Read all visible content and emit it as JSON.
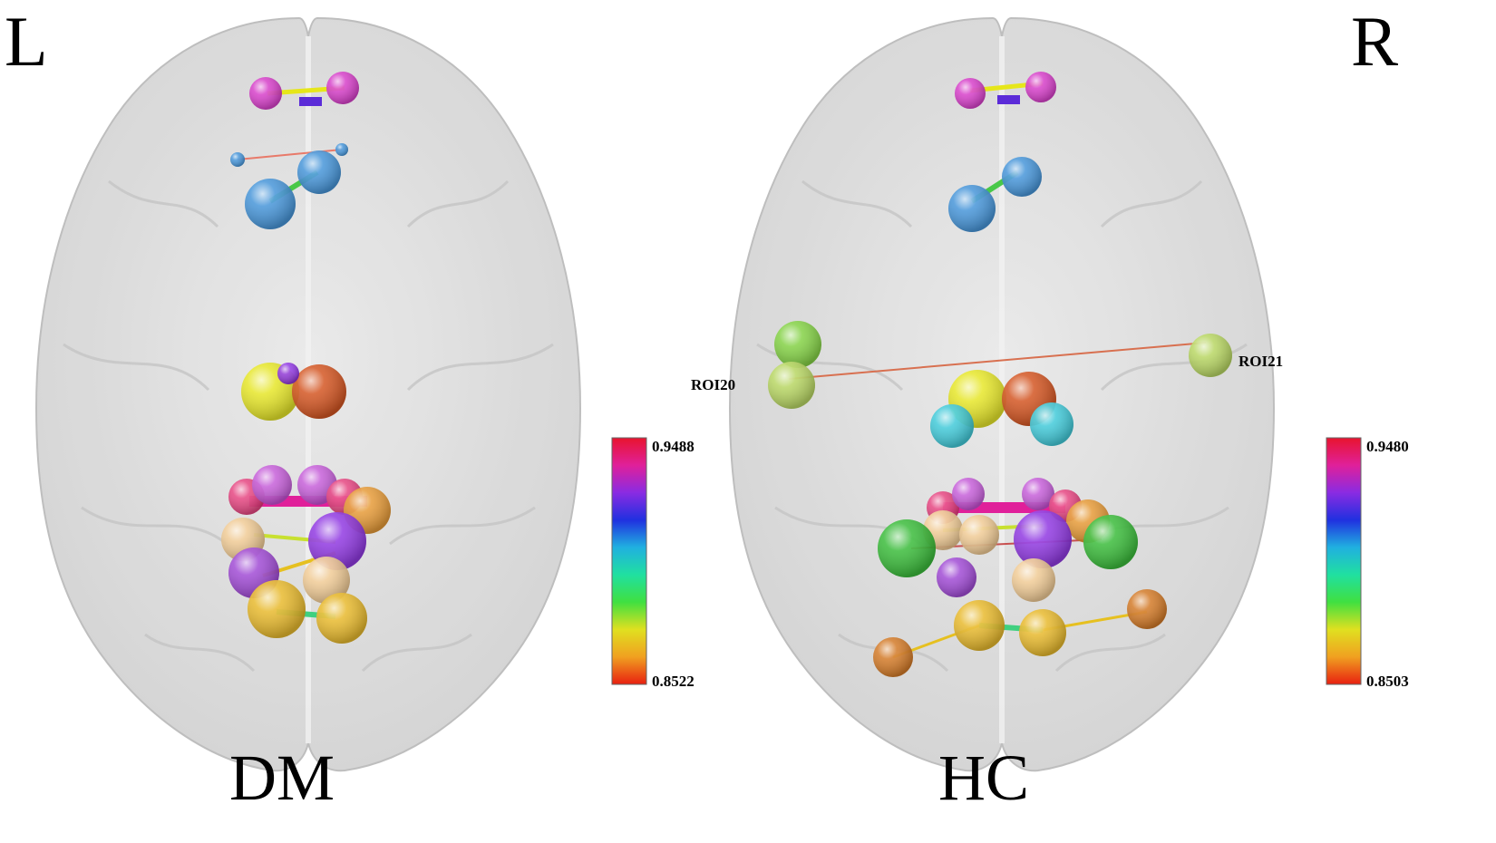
{
  "labels": {
    "left": "L",
    "right": "R"
  },
  "panels": [
    {
      "caption": "DM",
      "colorbar": {
        "max": "0.9488",
        "min": "0.8522"
      },
      "nodes": [
        {
          "color": "#d633c8"
        },
        {
          "color": "#d633c8"
        },
        {
          "color": "#3b8fd8"
        },
        {
          "color": "#3b8fd8"
        },
        {
          "color": "#3b8fd8"
        },
        {
          "color": "#3b8fd8"
        },
        {
          "color": "#e6e61a"
        },
        {
          "color": "#d14a12"
        },
        {
          "color": "#8a2be2"
        },
        {
          "color": "#e63a7a"
        },
        {
          "color": "#c355d8"
        },
        {
          "color": "#c355d8"
        },
        {
          "color": "#e63a7a"
        },
        {
          "color": "#e6952a"
        },
        {
          "color": "#f1c98f"
        },
        {
          "color": "#8a2be2"
        },
        {
          "color": "#9b3fd4"
        },
        {
          "color": "#f1c98f"
        },
        {
          "color": "#e8b620"
        },
        {
          "color": "#e8b620"
        }
      ]
    },
    {
      "caption": "HC",
      "colorbar": {
        "max": "0.9480",
        "min": "0.8503"
      },
      "rois": [
        "ROI20",
        "ROI21"
      ],
      "nodes": [
        {
          "color": "#d633c8"
        },
        {
          "color": "#d633c8"
        },
        {
          "color": "#3b8fd8"
        },
        {
          "color": "#3b8fd8"
        },
        {
          "color": "#7dd03a"
        },
        {
          "color": "#b5d65a"
        },
        {
          "color": "#b5d65a"
        },
        {
          "color": "#e6e61a"
        },
        {
          "color": "#d14a12"
        },
        {
          "color": "#35c8d8"
        },
        {
          "color": "#35c8d8"
        },
        {
          "color": "#e63a7a"
        },
        {
          "color": "#c355d8"
        },
        {
          "color": "#c355d8"
        },
        {
          "color": "#e63a7a"
        },
        {
          "color": "#e6952a"
        },
        {
          "color": "#f1c98f"
        },
        {
          "color": "#f1c98f"
        },
        {
          "color": "#2eb82e"
        },
        {
          "color": "#8a2be2"
        },
        {
          "color": "#2eb82e"
        },
        {
          "color": "#9b3fd4"
        },
        {
          "color": "#f1c98f"
        },
        {
          "color": "#e8b620"
        },
        {
          "color": "#e8b620"
        },
        {
          "color": "#d2731a"
        },
        {
          "color": "#d2731a"
        }
      ]
    }
  ],
  "colorbar_colors": [
    "#e8142e",
    "#e0209a",
    "#8a2be2",
    "#2030e0",
    "#20b0e0",
    "#20e0a0",
    "#40e040",
    "#e0e020",
    "#f0a020",
    "#e82010"
  ]
}
